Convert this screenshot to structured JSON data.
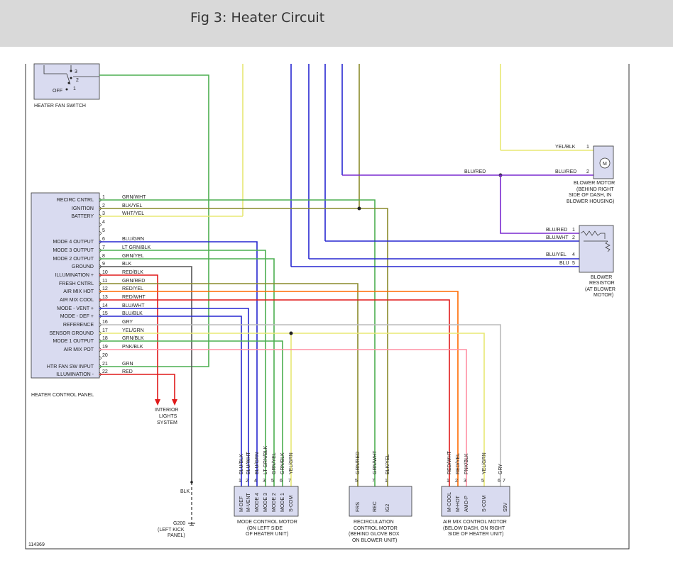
{
  "page": {
    "title": "Fig 3: Heater Circuit",
    "figure_id": "114369"
  },
  "colors": {
    "box_fill": "#d9dbf0",
    "frame": "#333333",
    "topbar": "#d9d9d9",
    "grn": "#4caf50",
    "yel": "#e8e873",
    "blu": "#2727d0",
    "olive": "#8a8a2a",
    "purple": "#7a2ad0",
    "red": "#e01a1a",
    "orange": "#ff6a00",
    "pink": "#ff8fa3",
    "gray": "#bbbbbb",
    "black": "#222222"
  },
  "fan_switch": {
    "label": "HEATER FAN SWITCH",
    "pin": "2",
    "wire": "GRN",
    "positions": [
      "OFF",
      "1",
      "2",
      "3"
    ]
  },
  "control_panel": {
    "label": "HEATER CONTROL PANEL",
    "pins": [
      {
        "name": "RECIRC CNTRL",
        "num": "1",
        "wire": "GRN/WHT"
      },
      {
        "name": "IGNITION",
        "num": "2",
        "wire": "BLK/YEL"
      },
      {
        "name": "BATTERY",
        "num": "3",
        "wire": "WHT/YEL"
      },
      {
        "name": "",
        "num": "4",
        "wire": ""
      },
      {
        "name": "",
        "num": "5",
        "wire": ""
      },
      {
        "name": "MODE 4 OUTPUT",
        "num": "6",
        "wire": "BLU/GRN"
      },
      {
        "name": "MODE 3 OUTPUT",
        "num": "7",
        "wire": "LT GRN/BLK"
      },
      {
        "name": "MODE 2 OUTPUT",
        "num": "8",
        "wire": "GRN/YEL"
      },
      {
        "name": "GROUND",
        "num": "9",
        "wire": "BLK"
      },
      {
        "name": "ILLUMINATION +",
        "num": "10",
        "wire": "RED/BLK"
      },
      {
        "name": "FRESH CNTRL",
        "num": "11",
        "wire": "GRN/RED"
      },
      {
        "name": "AIR MIX HOT",
        "num": "12",
        "wire": "RED/YEL"
      },
      {
        "name": "AIR MIX COOL",
        "num": "13",
        "wire": "RED/WHT"
      },
      {
        "name": "MODE - VENT +",
        "num": "14",
        "wire": "BLU/WHT"
      },
      {
        "name": "MODE - DEF +",
        "num": "15",
        "wire": "BLU/BLK"
      },
      {
        "name": "REFERENCE",
        "num": "16",
        "wire": "GRY"
      },
      {
        "name": "SENSOR GROUND",
        "num": "17",
        "wire": "YEL/GRN"
      },
      {
        "name": "MODE 1 OUTPUT",
        "num": "18",
        "wire": "GRN/BLK"
      },
      {
        "name": "AIR MIX POT",
        "num": "19",
        "wire": "PNK/BLK"
      },
      {
        "name": "",
        "num": "20",
        "wire": ""
      },
      {
        "name": "HTR FAN SW INPUT",
        "num": "21",
        "wire": "GRN"
      },
      {
        "name": "ILLUMINATION -",
        "num": "22",
        "wire": "RED"
      }
    ]
  },
  "blower_motor": {
    "symbol": "M",
    "label_lines": [
      "BLOWER MOTOR",
      "(BEHIND RIGHT",
      "SIDE OF DASH, IN",
      "BLOWER HOUSING)"
    ],
    "pins": [
      {
        "num": "1",
        "wire": "YEL/BLK"
      },
      {
        "num": "2",
        "wire": "BLU/RED"
      }
    ],
    "splice_wire": "BLU/RED"
  },
  "blower_resistor": {
    "label_lines": [
      "BLOWER",
      "RESISTOR",
      "(AT BLOWER",
      "MOTOR)"
    ],
    "pins": [
      {
        "num": "1",
        "wire": "BLU/RED"
      },
      {
        "num": "2",
        "wire": "BLU/WHT"
      },
      {
        "num": "4",
        "wire": "BLU/YEL"
      },
      {
        "num": "5",
        "wire": "BLU"
      }
    ]
  },
  "interior_lights": {
    "label_lines": [
      "INTERIOR",
      "LIGHTS",
      "SYSTEM"
    ]
  },
  "ground": {
    "wire": "BLK",
    "label_lines": [
      "G200",
      "(LEFT KICK",
      "PANEL)"
    ]
  },
  "mode_motor": {
    "label_lines": [
      "MODE CONTROL MOTOR",
      "(ON LEFT SIDE",
      "OF HEATER UNIT)"
    ],
    "pins": [
      {
        "num": "1",
        "wire": "BLU/BLK",
        "name": "M-DEF"
      },
      {
        "num": "2",
        "wire": "BLU/WHT",
        "name": "M-VENT"
      },
      {
        "num": "4",
        "wire": "BLU/GRN",
        "name": "MODE 4"
      },
      {
        "num": "3",
        "wire": "LT GRN/BLK",
        "name": "MODE 3"
      },
      {
        "num": "5",
        "wire": "GRN/YEL",
        "name": "MODE 2"
      },
      {
        "num": "6",
        "wire": "GRN/BLK",
        "name": "MODE 1"
      },
      {
        "num": "7",
        "wire": "YEL/GRN",
        "name": "S-COM"
      }
    ]
  },
  "recirc_motor": {
    "label_lines": [
      "RECIRCULATION",
      "CONTROL MOTOR",
      "(BEHIND GLOVE BOX",
      "ON BLOWER UNIT)"
    ],
    "pins": [
      {
        "num": "5",
        "wire": "GRN/RED",
        "name": "FRS"
      },
      {
        "num": "7",
        "wire": "GRN/WHT",
        "name": "REC"
      },
      {
        "num": "1",
        "wire": "BLK/YEL",
        "name": "IG2"
      }
    ]
  },
  "airmix_motor": {
    "label_lines": [
      "AIR MIX CONTROL MOTOR",
      "(BELOW DASH, ON RIGHT",
      "SIDE OF HEATER UNIT)"
    ],
    "pins": [
      {
        "num": "1",
        "wire": "RED/WHT",
        "name": "M-COOL"
      },
      {
        "num": "2",
        "wire": "RED/YEL",
        "name": "M-HOT"
      },
      {
        "num": "3",
        "wire": "PNK/BLK",
        "name": "AMO-P"
      },
      {
        "num": "5",
        "wire": "YEL/GRN",
        "name": "S-COM"
      },
      {
        "num": "6",
        "wire": "GRY",
        "name": ""
      },
      {
        "num": "7",
        "wire": "",
        "name": "S5V"
      }
    ]
  }
}
